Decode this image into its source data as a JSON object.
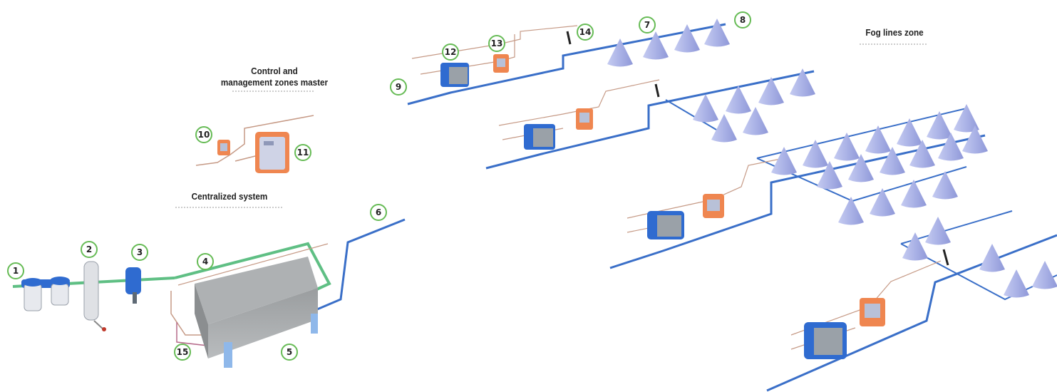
{
  "headings": {
    "control_line1": "Control and",
    "control_line2": "management zones master",
    "centralized": "Centralized system",
    "fog_zone": "Fog lines zone"
  },
  "callouts": [
    "1",
    "2",
    "3",
    "4",
    "5",
    "6",
    "7",
    "8",
    "9",
    "10",
    "11",
    "12",
    "13",
    "14",
    "15"
  ],
  "colors": {
    "water_line": "#3a6fc8",
    "feed_line": "#5fbf84",
    "control_wire": "#c69a86",
    "nozzle": "#a9b1e6",
    "valve_blue": "#2f6bd0",
    "controller_orange": "#ef8650",
    "callout_border": "#66bb55"
  }
}
